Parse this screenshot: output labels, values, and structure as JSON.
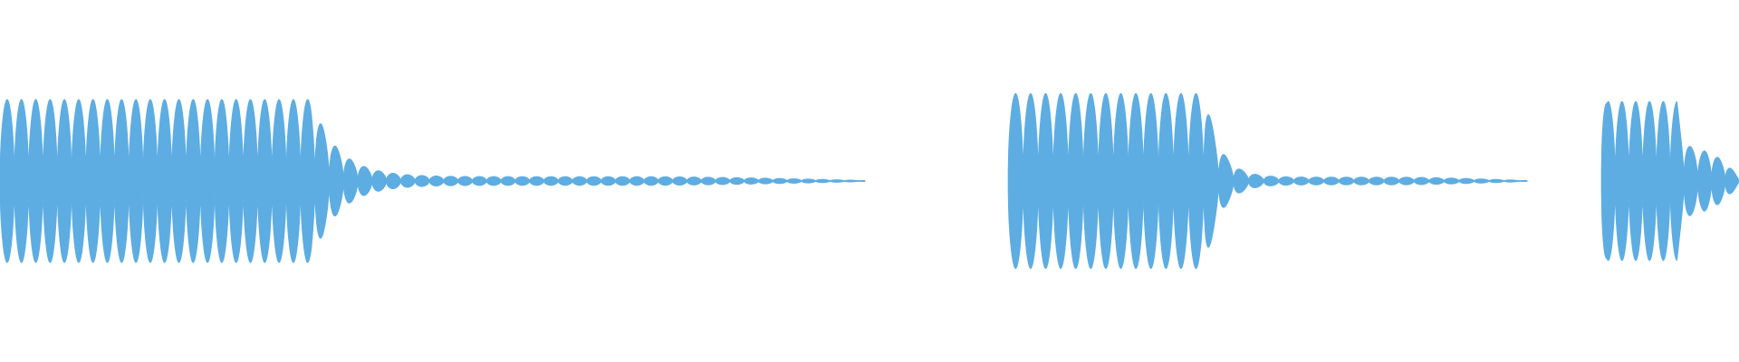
{
  "waveform": {
    "color": "#5dade2",
    "background": "#ffffff",
    "clips": [
      {
        "id": "clip-1",
        "peak_amplitude": 0.82,
        "sustain_fraction": 0.36,
        "decay_rate": 5.5,
        "tail_level": 0.045,
        "attack_spike": 1.0
      },
      {
        "id": "clip-2",
        "peak_amplitude": 0.88,
        "sustain_fraction": 0.38,
        "decay_rate": 5.8,
        "tail_level": 0.04,
        "attack_spike": 1.02
      },
      {
        "id": "clip-3",
        "peak_amplitude": 0.8,
        "sustain_fraction": 0.55,
        "decay_rate": 4.0,
        "tail_level": 0.3,
        "attack_spike": 1.25
      }
    ]
  }
}
